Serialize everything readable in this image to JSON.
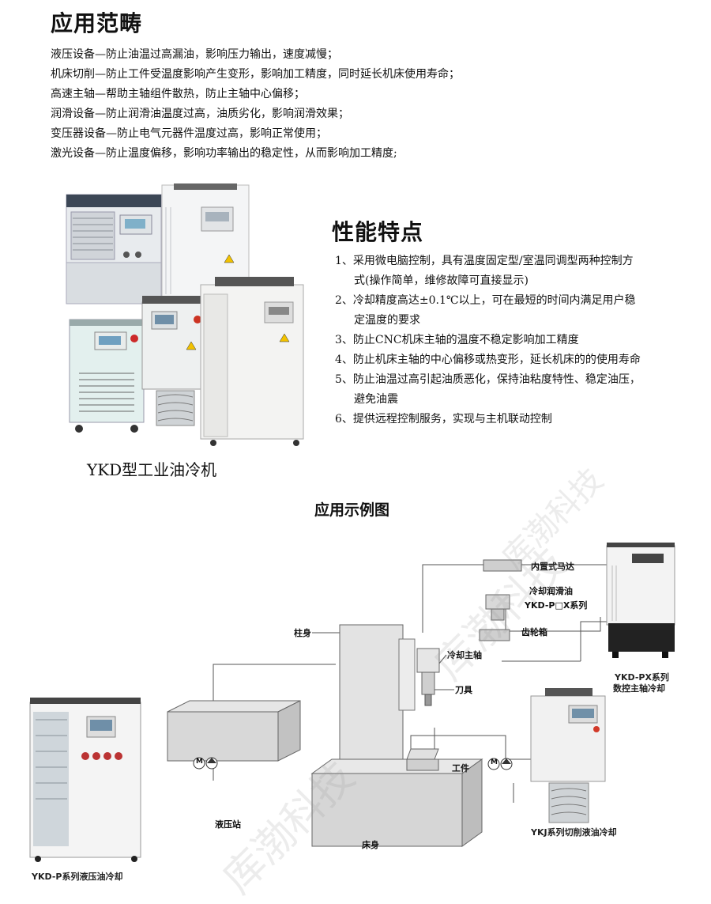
{
  "applications": {
    "title": "应用范畴",
    "lines": [
      "液压设备—防止油温过高漏油，影响压力输出，速度减慢；",
      "机床切削—防止工件受温度影响产生变形，影响加工精度，同时延长机床使用寿命；",
      "高速主轴—帮助主轴组件散热，防止主轴中心偏移；",
      "润滑设备—防止润滑油温度过高，油质劣化，影响润滑效果；",
      "变压器设备—防止电气元器件温度过高，影响正常使用；",
      "激光设备—防止温度偏移，影响功率输出的稳定性，从而影响加工精度;"
    ]
  },
  "product": {
    "caption": "YKD型工业油冷机"
  },
  "features": {
    "title": "性能特点",
    "lines": [
      "1、采用微电脑控制，具有温度固定型/室温同调型两种控制方",
      "式(操作简单，维修故障可直接显示)",
      "2、冷却精度高达±0.1℃以上，可在最短的时间内满足用户稳",
      "定温度的要求",
      "3、防止CNC机床主轴的温度不稳定影响加工精度",
      "4、防止机床主轴的中心偏移或热变形，延长机床的的使用寿命",
      "5、防止油温过高引起油质恶化，保持油粘度特性、稳定油压，",
      "避免油震",
      "6、提供远程控制服务，实现与主机联动控制"
    ]
  },
  "diagram": {
    "title": "应用示例图",
    "labels": {
      "motor": "内置式马达",
      "cool_oil": "冷却润滑油",
      "series": "YKD-P□X系列",
      "gearbox": "齿轮箱",
      "column": "柱身",
      "spindle": "冷却主轴",
      "tool": "刀具",
      "workpiece": "工件",
      "hydraulic": "液压站",
      "bed": "床身",
      "pump1": "M",
      "pump2": "M"
    },
    "captions": {
      "px_line1": "YKD-PX系列",
      "px_line2": "数控主轴冷却",
      "p_series": "YKD-P系列液压油冷却",
      "ykj": "YKJ系列切削液油冷却"
    },
    "watermarks": [
      "库渤科技",
      "库渤科技",
      "库渤科技"
    ]
  }
}
